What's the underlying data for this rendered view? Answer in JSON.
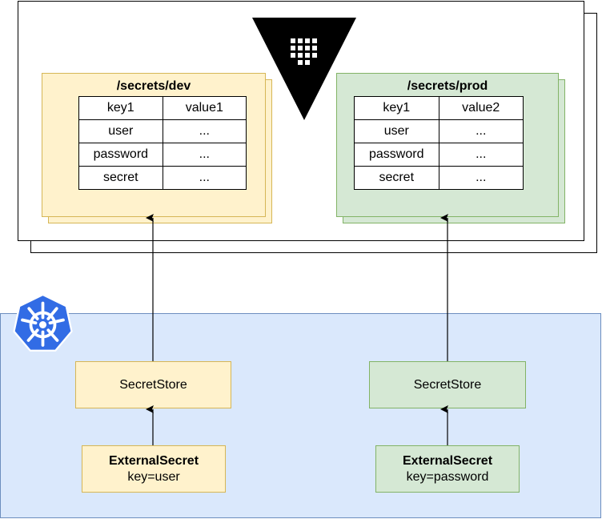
{
  "vault": {
    "dev": {
      "title": "/secrets/dev",
      "rows": [
        [
          "key1",
          "value1"
        ],
        [
          "user",
          "..."
        ],
        [
          "password",
          "..."
        ],
        [
          "secret",
          "..."
        ]
      ]
    },
    "prod": {
      "title": "/secrets/prod",
      "rows": [
        [
          "key1",
          "value2"
        ],
        [
          "user",
          "..."
        ],
        [
          "password",
          "..."
        ],
        [
          "secret",
          "..."
        ]
      ]
    }
  },
  "kubernetes": {
    "dev": {
      "store_label": "SecretStore",
      "external_secret": {
        "name": "ExternalSecret",
        "key": "key=user"
      }
    },
    "prod": {
      "store_label": "SecretStore",
      "external_secret": {
        "name": "ExternalSecret",
        "key": "key=password"
      }
    }
  },
  "icons": {
    "vault": "vault-logo-icon",
    "kubernetes": "kubernetes-helm-icon"
  },
  "colors": {
    "dev_fill": "#fff2cc",
    "dev_stroke": "#d6b656",
    "prod_fill": "#d5e8d4",
    "prod_stroke": "#82b366",
    "k8s_fill": "#dae8fc",
    "k8s_stroke": "#6c8ebf",
    "k8s_logo": "#326ce5"
  }
}
